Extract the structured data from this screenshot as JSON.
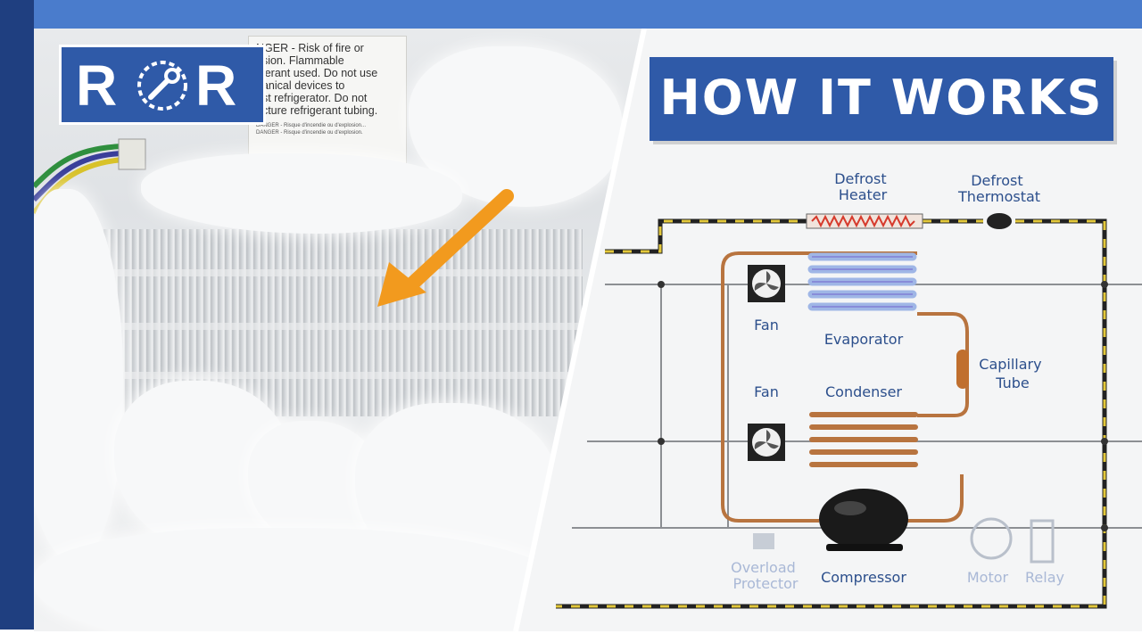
{
  "title": "HOW IT WORKS",
  "logo": {
    "left_letter": "R",
    "right_letter": "R",
    "icon": "wrench-clock-icon"
  },
  "sticker": {
    "main_text": "NGER - Risk of fire or\nosion. Flammable\nigerant used. Do not use\nhanical devices to\nost refrigerator. Do not\nncture refrigerant tubing.",
    "small_text": "DANGER - Risque d'incendie ou d'explosion...\nDANGER - Risque d'incendie ou d'explosion."
  },
  "diagram": {
    "defrost_heater": "Defrost\nHeater",
    "defrost_thermostat": "Defrost\nThermostat",
    "fan_top": "Fan",
    "fan_bottom": "Fan",
    "evaporator": "Evaporator",
    "condenser": "Condenser",
    "capillary_tube": "Capillary\nTube",
    "compressor": "Compressor",
    "overload_protector": "Overload\nProtector",
    "motor": "Motor",
    "relay": "Relay"
  },
  "colors": {
    "brand_blue": "#2f5aa8",
    "arrow_orange": "#f29a1e",
    "label_blue": "#2c4f8c",
    "tubing_copper": "#b8743f",
    "evaporator_coil": "#9fb6e6"
  }
}
